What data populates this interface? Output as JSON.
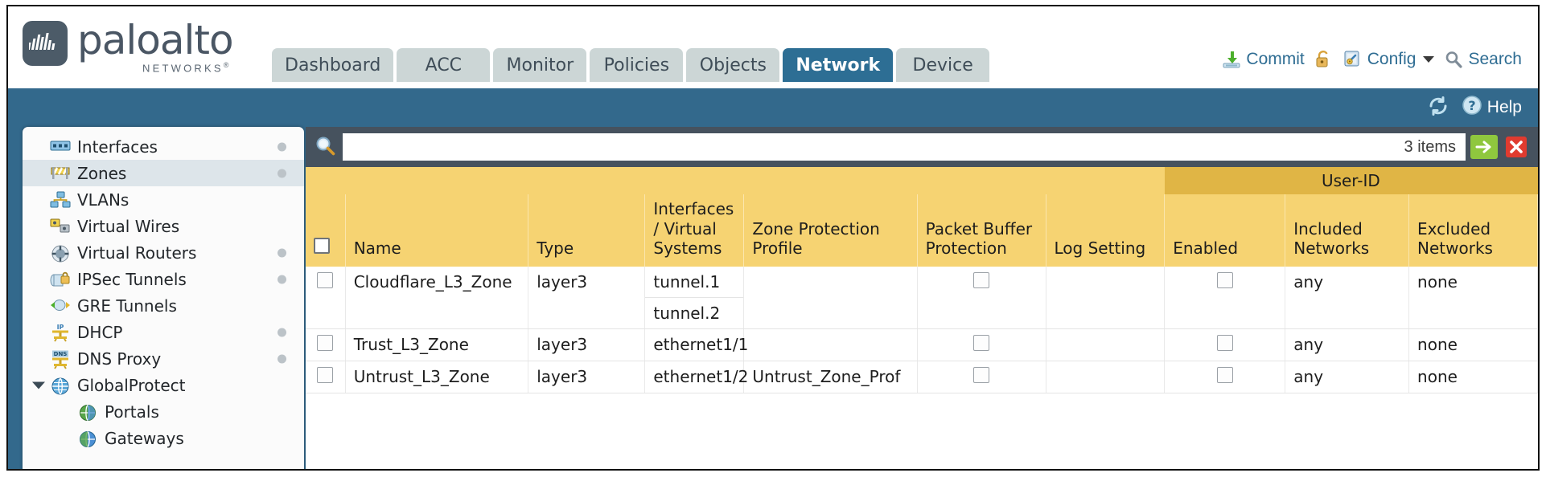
{
  "brand": {
    "name": "paloalto",
    "sub": "NETWORKS",
    "registered": "®"
  },
  "nav": {
    "tabs": [
      {
        "label": "Dashboard",
        "active": false
      },
      {
        "label": "ACC",
        "active": false
      },
      {
        "label": "Monitor",
        "active": false
      },
      {
        "label": "Policies",
        "active": false
      },
      {
        "label": "Objects",
        "active": false
      },
      {
        "label": "Network",
        "active": true
      },
      {
        "label": "Device",
        "active": false
      }
    ]
  },
  "toolbar": {
    "commit_label": "Commit",
    "config_label": "Config",
    "search_label": "Search",
    "lock_icon": "padlock-icon",
    "commit_icon": "commit-download-icon",
    "config_icon": "config-key-icon",
    "search_icon": "magnifier-icon"
  },
  "subbar": {
    "refresh_icon": "refresh-icon",
    "help_label": "Help",
    "help_icon": "help-question-icon"
  },
  "sidebar": {
    "items": [
      {
        "label": "Interfaces",
        "icon": "interfaces-icon",
        "selected": false,
        "dot": true,
        "child": false,
        "twisty": false
      },
      {
        "label": "Zones",
        "icon": "zones-barrier-icon",
        "selected": true,
        "dot": true,
        "child": false,
        "twisty": false
      },
      {
        "label": "VLANs",
        "icon": "vlans-icon",
        "selected": false,
        "dot": false,
        "child": false,
        "twisty": false
      },
      {
        "label": "Virtual Wires",
        "icon": "virtual-wires-icon",
        "selected": false,
        "dot": false,
        "child": false,
        "twisty": false
      },
      {
        "label": "Virtual Routers",
        "icon": "virtual-routers-icon",
        "selected": false,
        "dot": true,
        "child": false,
        "twisty": false
      },
      {
        "label": "IPSec Tunnels",
        "icon": "ipsec-tunnels-icon",
        "selected": false,
        "dot": true,
        "child": false,
        "twisty": false
      },
      {
        "label": "GRE Tunnels",
        "icon": "gre-tunnels-icon",
        "selected": false,
        "dot": false,
        "child": false,
        "twisty": false
      },
      {
        "label": "DHCP",
        "icon": "dhcp-icon",
        "selected": false,
        "dot": true,
        "child": false,
        "twisty": false
      },
      {
        "label": "DNS Proxy",
        "icon": "dns-proxy-icon",
        "selected": false,
        "dot": true,
        "child": false,
        "twisty": false
      },
      {
        "label": "GlobalProtect",
        "icon": "globalprotect-globe-icon",
        "selected": false,
        "dot": false,
        "child": false,
        "twisty": true
      },
      {
        "label": "Portals",
        "icon": "portals-icon",
        "selected": false,
        "dot": false,
        "child": true,
        "twisty": false
      },
      {
        "label": "Gateways",
        "icon": "gateways-icon",
        "selected": false,
        "dot": false,
        "child": true,
        "twisty": false
      }
    ]
  },
  "search": {
    "value": "",
    "placeholder": "",
    "items_count": "3 items",
    "apply_icon": "green-arrow-apply-icon",
    "clear_icon": "red-x-clear-icon"
  },
  "table": {
    "group_header": {
      "label": "User-ID",
      "span": 3
    },
    "columns": [
      "Name",
      "Type",
      "Interfaces / Virtual Systems",
      "Zone Protection Profile",
      "Packet Buffer Protection",
      "Log Setting",
      "Enabled",
      "Included Networks",
      "Excluded Networks"
    ],
    "rows": [
      {
        "name": "Cloudflare_L3_Zone",
        "type": "layer3",
        "interfaces": [
          "tunnel.1",
          "tunnel.2"
        ],
        "zone_protection_profile": "",
        "packet_buffer_protection": false,
        "log_setting": "",
        "userid_enabled": false,
        "included_networks": "any",
        "excluded_networks": "none"
      },
      {
        "name": "Trust_L3_Zone",
        "type": "layer3",
        "interfaces": [
          "ethernet1/1"
        ],
        "zone_protection_profile": "",
        "packet_buffer_protection": false,
        "log_setting": "",
        "userid_enabled": false,
        "included_networks": "any",
        "excluded_networks": "none"
      },
      {
        "name": "Untrust_L3_Zone",
        "type": "layer3",
        "interfaces": [
          "ethernet1/2"
        ],
        "zone_protection_profile": "Untrust_Zone_Prof",
        "packet_buffer_protection": false,
        "log_setting": "",
        "userid_enabled": false,
        "included_networks": "any",
        "excluded_networks": "none"
      }
    ]
  },
  "colors": {
    "brand_blue": "#33698c",
    "tab_active": "#2d6e94",
    "tab_inactive": "#ccd6d6",
    "header_amber": "#f6d372",
    "group_amber": "#e0b545",
    "searchbar_slate": "#46525e",
    "link_blue": "#3a8fc4",
    "apply_green": "#8fc73e",
    "clear_red": "#e03b2f"
  }
}
